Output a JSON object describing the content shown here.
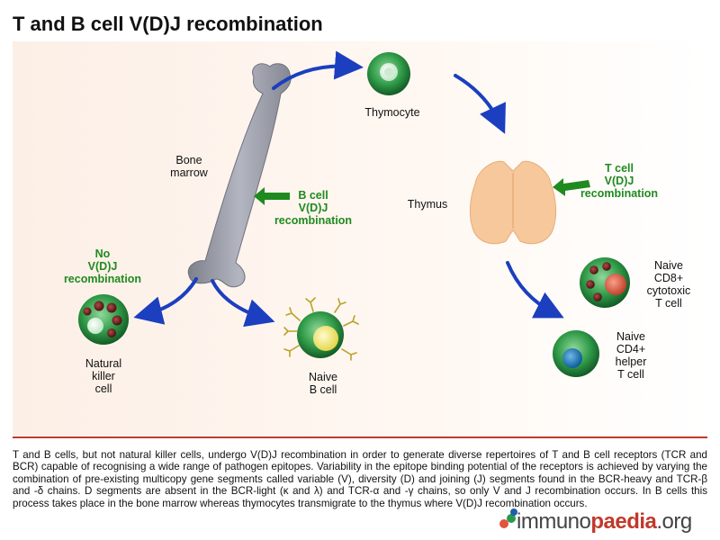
{
  "title": "T and B cell V(D)J recombination",
  "labels": {
    "bone_marrow": "Bone\nmarrow",
    "thymocyte": "Thymocyte",
    "thymus": "Thymus",
    "b_cell_vdj": "B cell\nV(D)J\nrecombination",
    "t_cell_vdj": "T cell\nV(D)J\nrecombination",
    "no_vdj": "No\nV(D)J\nrecombination",
    "nk_cell": "Natural\nkiller\ncell",
    "naive_b": "Naive\nB cell",
    "cd8": "Naive\nCD8+\ncytotoxic\nT cell",
    "cd4": "Naive\nCD4+\nhelper\nT cell"
  },
  "caption": "T and B cells, but not natural killer cells, undergo V(D)J recombination in order to generate diverse repertoires of T and B cell receptors (TCR and BCR) capable of recognising a wide range of pathogen epitopes. Variability in the epitope binding potential of the receptors is achieved by varying the combination of pre-existing multicopy gene segments called variable (V), diversity (D) and joining (J) segments found in the BCR-heavy and TCR-β and -δ chains. D segments are absent in the BCR-light (κ and λ) and TCR-α and -γ chains, so only V and J recombination occurs. In B cells this process takes place in the bone marrow whereas thymocytes transmigrate to the thymus where V(D)J recombination occurs.",
  "logo": {
    "part1": "immuno",
    "part2": "paedia",
    "part3": ".org"
  },
  "colors": {
    "arrow_blue": "#1b3fbf",
    "arrow_green": "#1f8a1f",
    "cell_green": "#2f9a47",
    "bone": "#9a9ca8",
    "thymus": "#f6c89c",
    "accent_red": "#c0392b"
  }
}
